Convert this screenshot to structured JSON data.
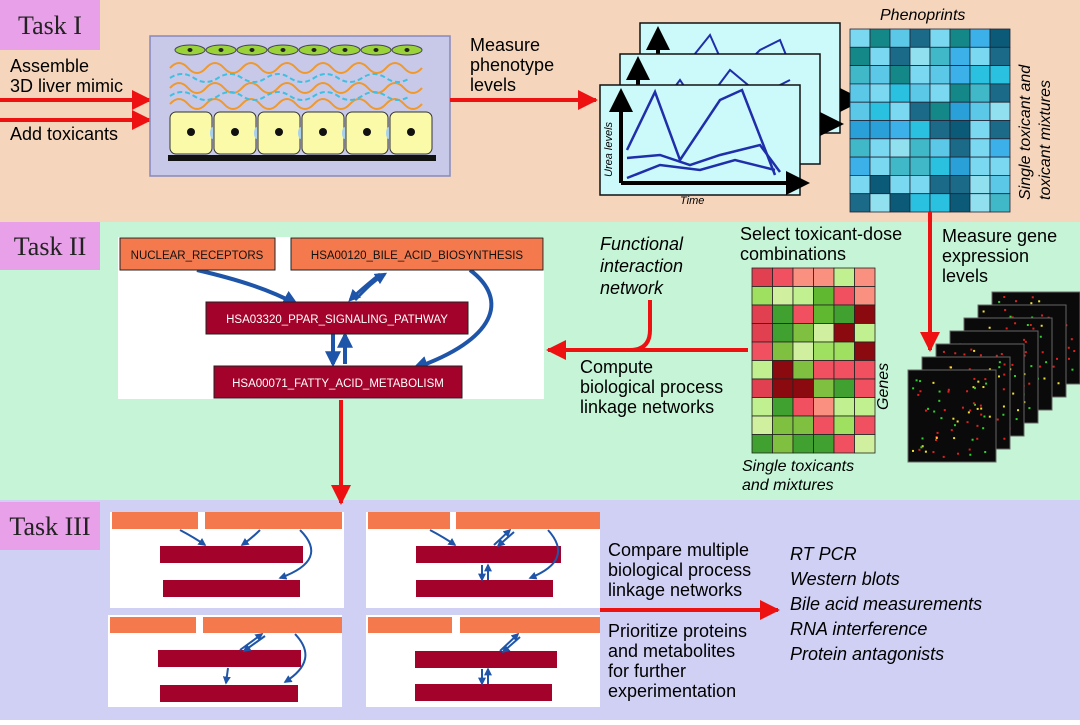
{
  "tasks": {
    "t1": {
      "label": "Task I",
      "bg": "#f5d6bd"
    },
    "t2": {
      "label": "Task II",
      "bg": "#c5f5d6"
    },
    "t3": {
      "label": "Task III",
      "bg": "#d0d0f5"
    },
    "tab_color": "#e8a0e8"
  },
  "task1": {
    "assemble_line1": "Assemble",
    "assemble_line2": "3D liver mimic",
    "add_toxicants": "Add toxicants",
    "measure_line1": "Measure",
    "measure_line2": "phenotype",
    "measure_line3": "levels",
    "ylabel": "Urea levels",
    "xlabel": "Time",
    "phenoprints": "Phenoprints",
    "side_line1": "Single toxicant and",
    "side_line2": "toxicant mixtures"
  },
  "task2": {
    "node_nuclear": "NUCLEAR_RECEPTORS",
    "node_bile": "HSA00120_BILE_ACID_BIOSYNTHESIS",
    "node_ppar": "HSA03320_PPAR_SIGNALING_PATHWAY",
    "node_fatty": "HSA00071_FATTY_ACID_METABOLISM",
    "functional_line1": "Functional",
    "functional_line2": "interaction",
    "functional_line3": "network",
    "select_line1": "Select toxicant-dose",
    "select_line2": "combinations",
    "measure_line1": "Measure gene",
    "measure_line2": "expression",
    "measure_line3": "levels",
    "compute_line1": "Compute",
    "compute_line2": "biological process",
    "compute_line3": "linkage networks",
    "genes": "Genes",
    "single_line1": "Single toxicants",
    "single_line2": "and mixtures"
  },
  "task3": {
    "compare_line1": "Compare multiple",
    "compare_line2": "biological process",
    "compare_line3": "linkage networks",
    "prior_line1": "Prioritize proteins",
    "prior_line2": "and metabolites",
    "prior_line3": "for further",
    "prior_line4": "experimentation",
    "methods": [
      "RT PCR",
      "Western blots",
      "Bile acid measurements",
      "RNA interference",
      "Protein antagonists"
    ]
  },
  "colors": {
    "arrow_red": "#ee1111",
    "node_orange": "#f47a4e",
    "node_crimson": "#a3032a",
    "edge_blue": "#1f55a8",
    "line_blue": "#1f2eaa",
    "chart_bg": "#ccfafa"
  }
}
